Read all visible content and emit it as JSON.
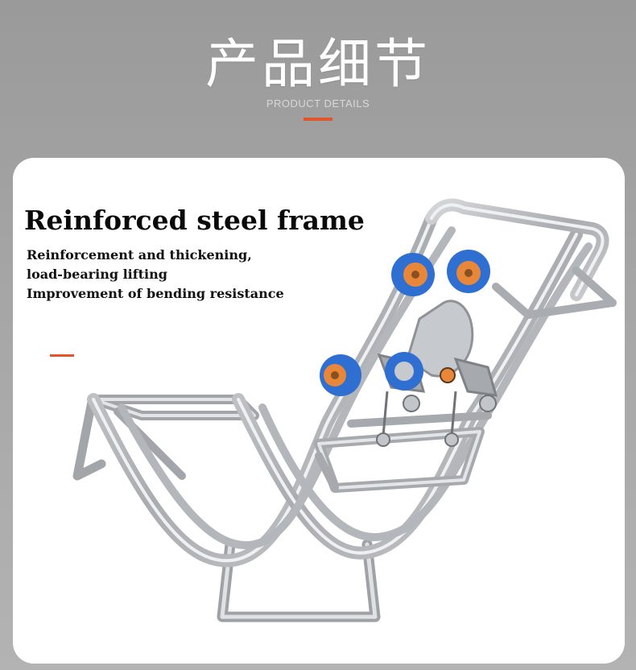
{
  "header": {
    "title_cn": "产品细节",
    "title_en": "PRODUCT DETAILS"
  },
  "feature_card": {
    "headline": "Reinforced steel frame",
    "features": [
      "Reinforcement and thickening,",
      "load-bearing lifting",
      "Improvement of bending resistance"
    ]
  },
  "colors": {
    "accent": "#e0552a",
    "roller_blue": "#2e6fd1",
    "roller_orange": "#e8873a",
    "steel": "#b9bbbe"
  },
  "illustration": "steel-frame-with-rollers"
}
